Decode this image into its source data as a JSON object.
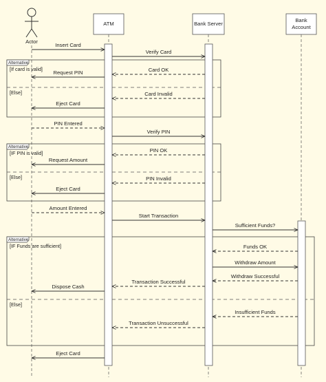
{
  "participants": {
    "actor": "Actor",
    "atm": "ATM",
    "server": "Bank Server",
    "account_line1": "Bank",
    "account_line2": "Account"
  },
  "fragments": [
    {
      "tag": "Alternative",
      "guard": "[If card is valid]",
      "else": "[Else]"
    },
    {
      "tag": "Alternative",
      "guard": "[IF PIN is valid]",
      "else": "[Else]"
    },
    {
      "tag": "Alternative",
      "guard": "[IF Funds are sufficient]",
      "else": "[Else]"
    }
  ],
  "messages": [
    {
      "text": "Insert Card",
      "style": "solid"
    },
    {
      "text": "Verify Card",
      "style": "solid"
    },
    {
      "text": "Card OK",
      "style": "dashed"
    },
    {
      "text": "Request PIN",
      "style": "solid"
    },
    {
      "text": "Card Invalid",
      "style": "dashed"
    },
    {
      "text": "Eject Card",
      "style": "solid"
    },
    {
      "text": "PIN Entered",
      "style": "dashed"
    },
    {
      "text": "Verify PIN",
      "style": "solid"
    },
    {
      "text": "PIN OK",
      "style": "dashed"
    },
    {
      "text": "Request Amount",
      "style": "solid"
    },
    {
      "text": "PIN Invalid",
      "style": "dashed"
    },
    {
      "text": "Eject Card",
      "style": "solid"
    },
    {
      "text": "Amount Entered",
      "style": "dashed"
    },
    {
      "text": "Start Transaction",
      "style": "solid"
    },
    {
      "text": "Sufficient Funds?",
      "style": "solid"
    },
    {
      "text": "Funds OK",
      "style": "dashed"
    },
    {
      "text": "Withdraw Amount",
      "style": "solid"
    },
    {
      "text": "Withdraw Successful",
      "style": "dashed"
    },
    {
      "text": "Transaction Successful",
      "style": "dashed"
    },
    {
      "text": "Dispose Cash",
      "style": "solid"
    },
    {
      "text": "Insufficient Funds",
      "style": "dashed"
    },
    {
      "text": "Transaction Unsuccessful",
      "style": "dashed"
    },
    {
      "text": "Eject Card",
      "style": "solid"
    }
  ]
}
